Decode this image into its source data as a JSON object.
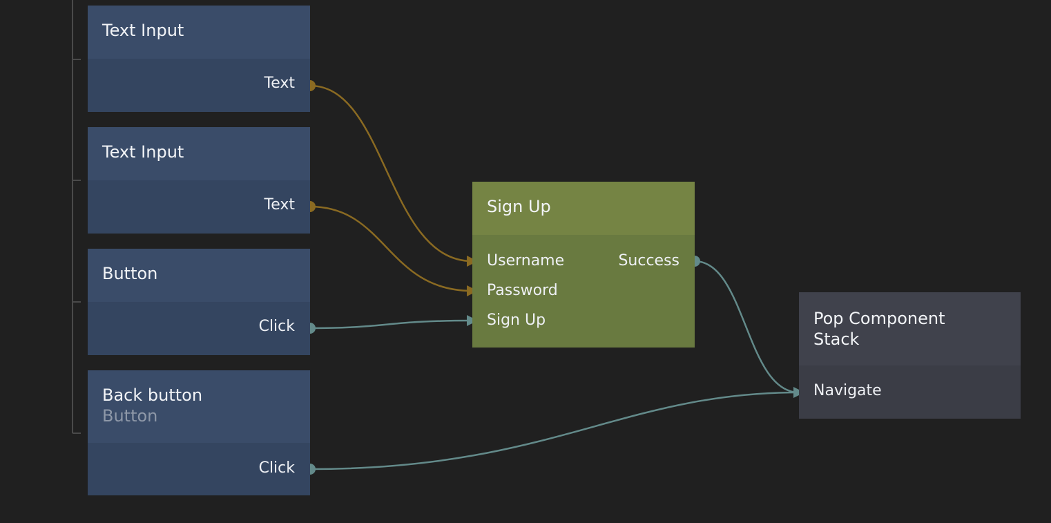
{
  "nodes": {
    "text_input_1": {
      "title": "Text Input",
      "port": "Text"
    },
    "text_input_2": {
      "title": "Text Input",
      "port": "Text"
    },
    "button": {
      "title": "Button",
      "port": "Click"
    },
    "back_button": {
      "title": "Back button",
      "subtitle": "Button",
      "port": "Click"
    },
    "sign_up": {
      "title": "Sign Up",
      "inputs": [
        "Username",
        "Password",
        "Sign Up"
      ],
      "output": "Success"
    },
    "pop_stack": {
      "title": "Pop Component Stack",
      "input": "Navigate"
    }
  },
  "colors": {
    "background": "#202020",
    "ui_node_header": "#3a4c69",
    "ui_node_body": "#344560",
    "logic_node_header": "#758444",
    "logic_node_body": "#697a40",
    "nav_node_header": "#40424c",
    "nav_node_body": "#3b3d46",
    "data_wire": "#8a6a22",
    "signal_wire": "#638a8a"
  }
}
